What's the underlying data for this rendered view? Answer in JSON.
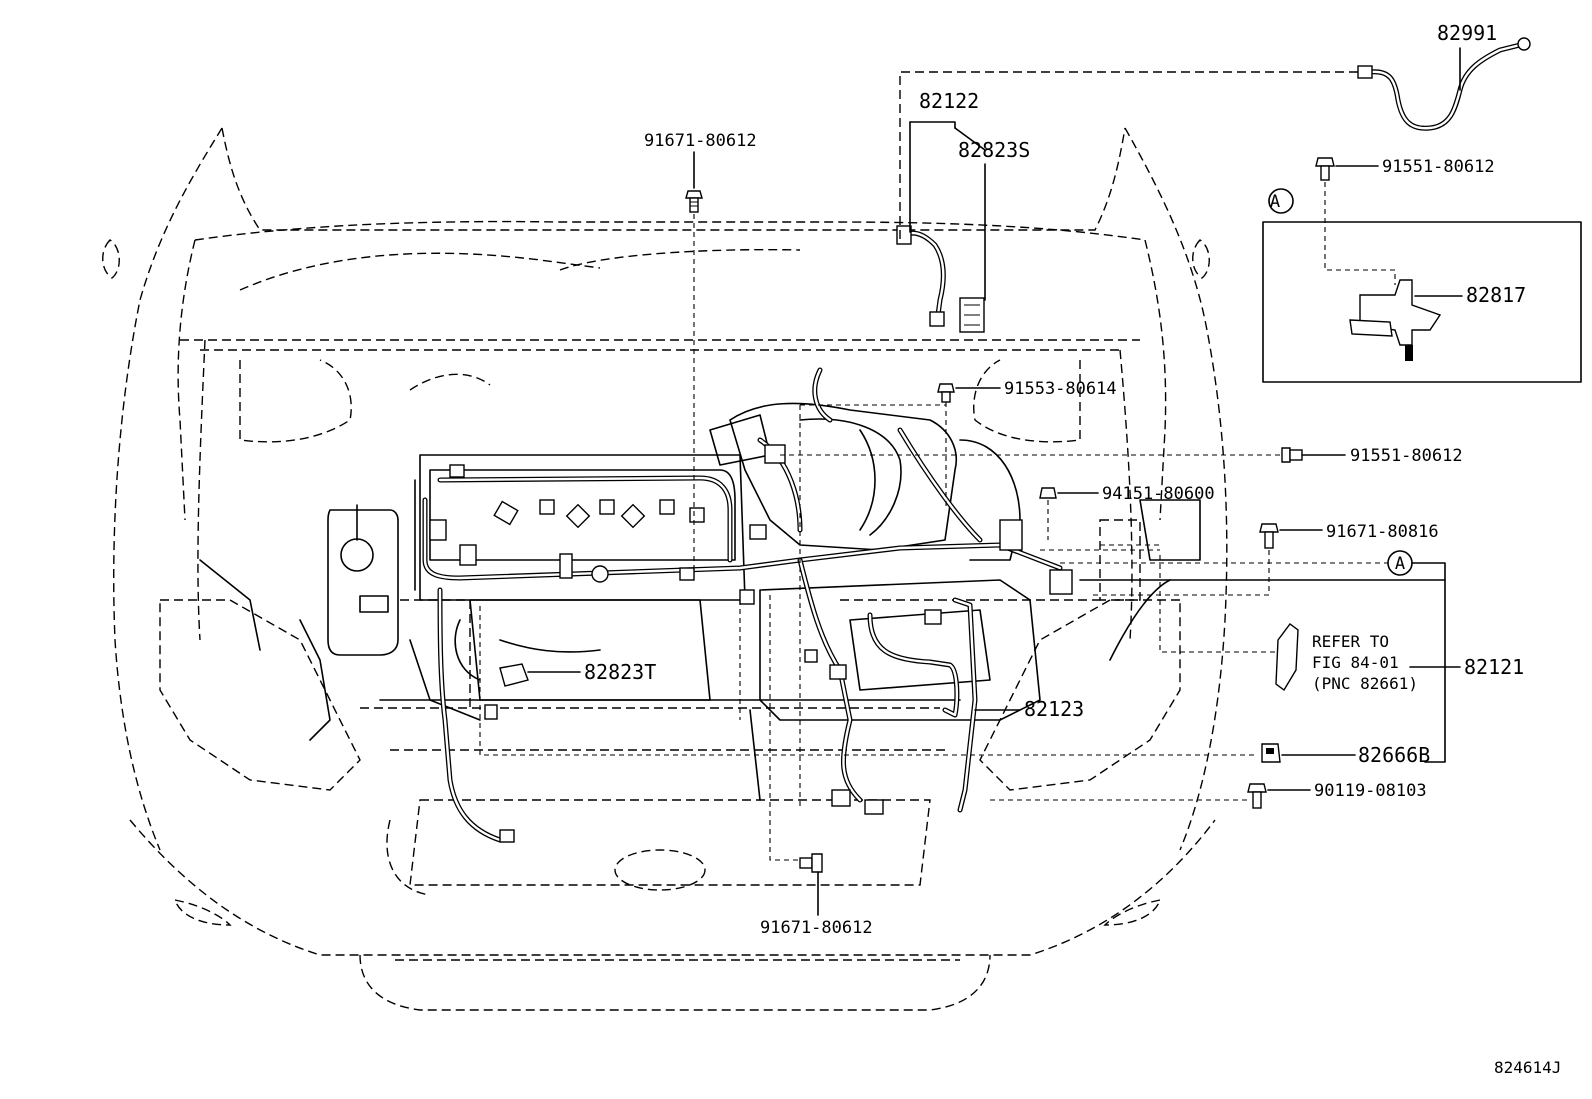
{
  "labels": {
    "p82991": "82991",
    "p82122": "82122",
    "p82823S": "82823S",
    "p91551_top": "91551-80612",
    "p82817": "82817",
    "p91671_top": "91671-80612",
    "p91553": "91553-80614",
    "p91551_mid": "91551-80612",
    "p94151": "94151-80600",
    "p91671_816": "91671-80816",
    "p82121": "82121",
    "p82823T": "82823T",
    "p82123": "82123",
    "p82666B": "82666B",
    "p90119": "90119-08103",
    "p91671_bot": "91671-80612",
    "callout_a_box": "A",
    "callout_a_main": "A",
    "refer_line1": "REFER TO",
    "refer_line2": "FIG 84-01",
    "refer_line3": "(PNC 82661)",
    "figure_id": "824614J"
  }
}
